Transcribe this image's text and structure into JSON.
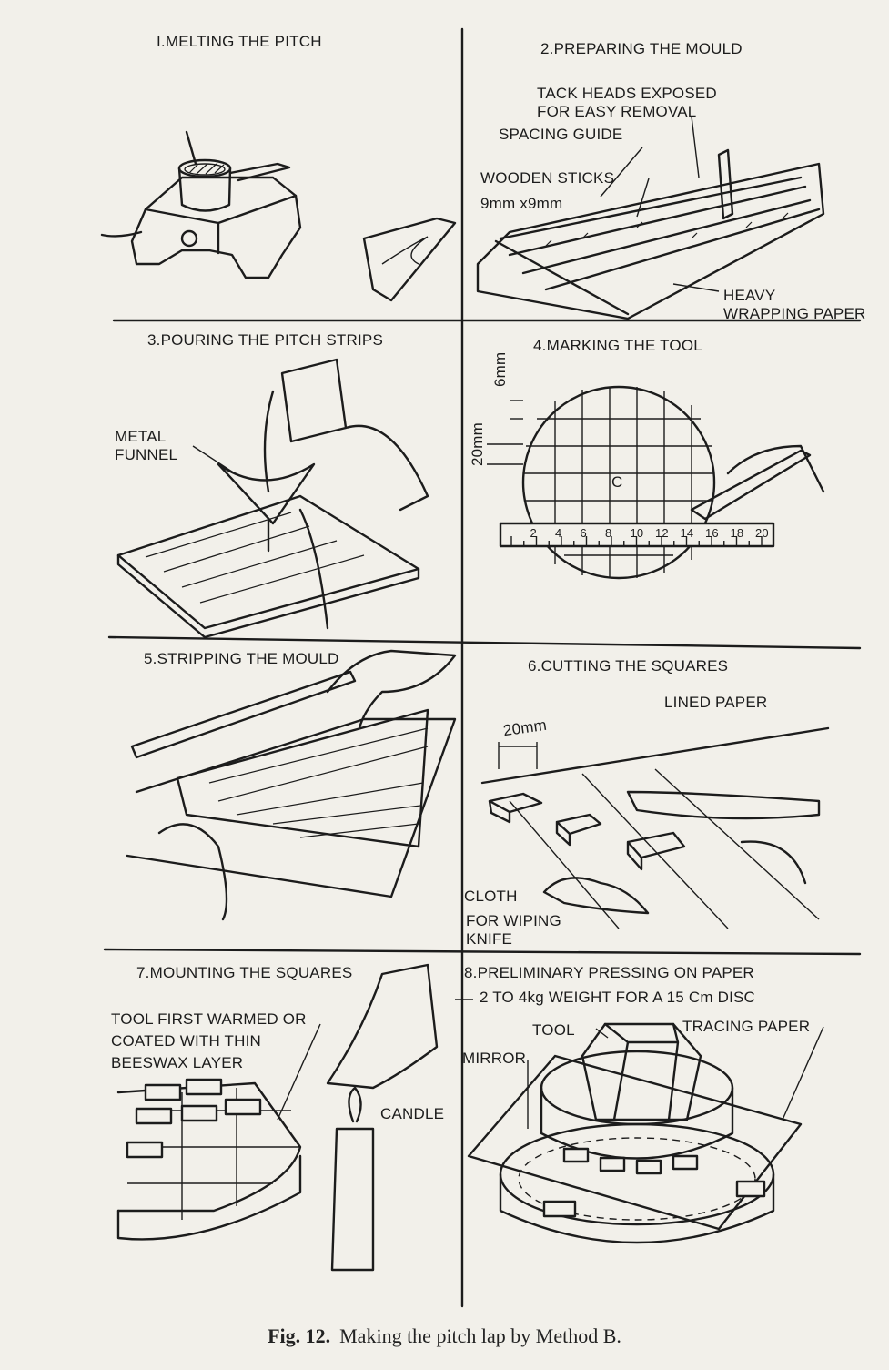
{
  "panels": [
    {
      "title": "I.MELTING THE PITCH"
    },
    {
      "title": "2.PREPARING THE MOULD",
      "labels": {
        "tack": "TACK HEADS EXPOSED\nFOR EASY REMOVAL",
        "guide": "SPACING GUIDE",
        "sticks": "WOODEN STICKS",
        "size": "9mm x9mm",
        "paper": "HEAVY\nWRAPPING PAPER"
      }
    },
    {
      "title": "3.POURING THE PITCH STRIPS",
      "labels": {
        "funnel": "METAL\nFUNNEL"
      }
    },
    {
      "title": "4.MARKING THE TOOL",
      "labels": {
        "dim1": "6mm",
        "dim2": "20mm",
        "center": "C"
      },
      "ruler_ticks": [
        "2",
        "4",
        "6",
        "8",
        "10",
        "12",
        "14",
        "16",
        "18",
        "20"
      ]
    },
    {
      "title": "5.STRIPPING THE MOULD"
    },
    {
      "title": "6.CUTTING THE SQUARES",
      "labels": {
        "lined": "LINED PAPER",
        "dim": "20mm",
        "cloth": "CLOTH",
        "wipe": "FOR WIPING\nKNIFE"
      }
    },
    {
      "title": "7.MOUNTING THE SQUARES",
      "labels": {
        "tool": "TOOL FIRST WARMED OR\nCOATED WITH THIN\nBEESWAX LAYER",
        "candle": "CANDLE"
      }
    },
    {
      "title": "8.PRELIMINARY PRESSING ON PAPER",
      "labels": {
        "weight": "2 TO 4kg WEIGHT FOR A 15 Cm DISC",
        "tool": "TOOL",
        "tracing": "TRACING PAPER",
        "mirror": "MIRROR"
      }
    }
  ],
  "caption": {
    "fig": "Fig. 12.",
    "text": "Making the pitch lap by Method B."
  }
}
